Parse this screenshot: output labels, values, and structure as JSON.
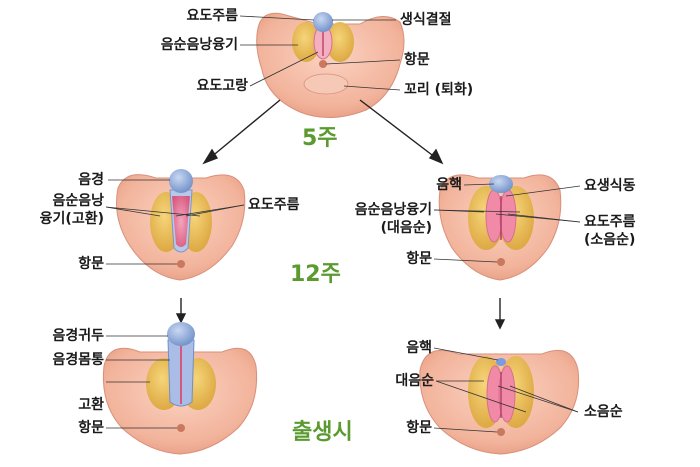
{
  "stages": {
    "week5": "5주",
    "week12": "12주",
    "birth": "출생시"
  },
  "labels": {
    "urethral_fold": "요도주름",
    "genital_tubercle": "생식결절",
    "labioscrotal_swelling": "음순음낭융기",
    "anus": "항문",
    "urogenital_groove": "요도고랑",
    "tail": "꼬리 (퇴화)",
    "phallus": "음경",
    "labioscrotal_swelling_l1": "음순음낭",
    "labioscrotal_swelling_l2": "융기(고환)",
    "clitoris": "음핵",
    "urethral_orifice": "요생식동",
    "labioscrotal_fem": "음순음낭융기",
    "labia_majora_paren": "(대음순)",
    "urethral_fold_fem": "요도주름",
    "labia_minora_paren": "(소음순)",
    "glans_penis": "음경귀두",
    "penis_body": "음경몸통",
    "scrotum": "고환",
    "labia_majora": "대음순",
    "labia_minora": "소음순"
  },
  "colors": {
    "skin": "#f2b7a0",
    "skin_dark": "#dd8d72",
    "swelling": "#e8b64a",
    "fold_pink": "#e87a9a",
    "tubercle_blue": "#8aa8d8",
    "stage_green": "#5a9a2e"
  }
}
